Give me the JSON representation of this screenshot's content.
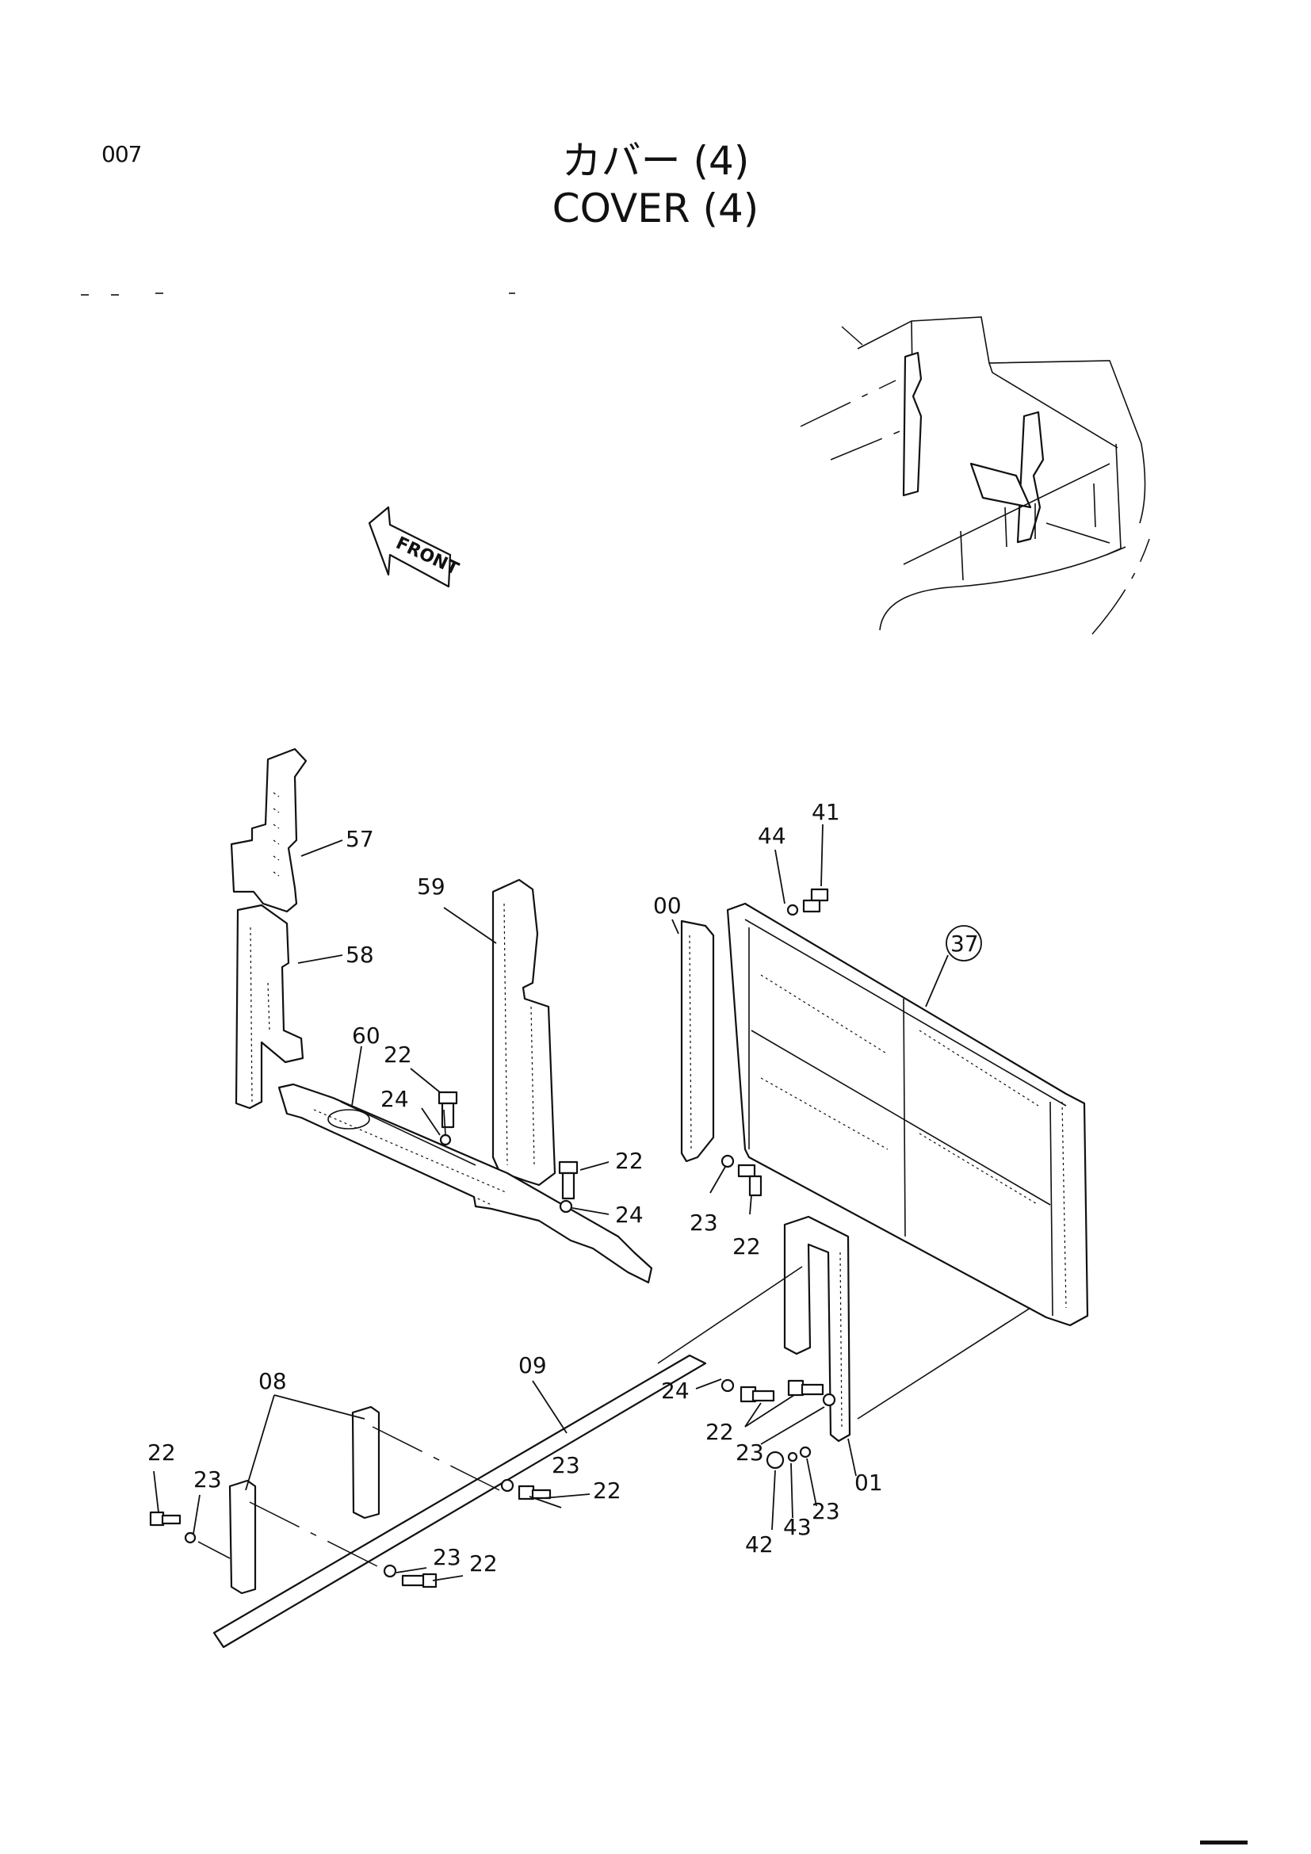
{
  "page": {
    "number": "007"
  },
  "title": {
    "japanese": "カバー (4)",
    "english": "COVER (4)"
  },
  "direction_marker": {
    "text": "FRONT",
    "icon": "arrow-left-icon"
  },
  "callouts": [
    {
      "id": "57",
      "text": "57"
    },
    {
      "id": "58",
      "text": "58"
    },
    {
      "id": "59",
      "text": "59"
    },
    {
      "id": "60",
      "text": "60"
    },
    {
      "id": "00",
      "text": "00"
    },
    {
      "id": "44",
      "text": "44"
    },
    {
      "id": "41",
      "text": "41"
    },
    {
      "id": "37",
      "text": "37",
      "circled": true
    },
    {
      "id": "22a",
      "text": "22"
    },
    {
      "id": "24a",
      "text": "24"
    },
    {
      "id": "22b",
      "text": "22"
    },
    {
      "id": "24b",
      "text": "24"
    },
    {
      "id": "23a",
      "text": "23"
    },
    {
      "id": "22c",
      "text": "22"
    },
    {
      "id": "08",
      "text": "08"
    },
    {
      "id": "09",
      "text": "09"
    },
    {
      "id": "24c",
      "text": "24"
    },
    {
      "id": "22d",
      "text": "22"
    },
    {
      "id": "23b",
      "text": "23"
    },
    {
      "id": "01",
      "text": "01"
    },
    {
      "id": "22e",
      "text": "22"
    },
    {
      "id": "23c",
      "text": "23"
    },
    {
      "id": "23d",
      "text": "23"
    },
    {
      "id": "22f",
      "text": "22"
    },
    {
      "id": "42",
      "text": "42"
    },
    {
      "id": "43",
      "text": "43"
    },
    {
      "id": "23e",
      "text": "23"
    },
    {
      "id": "23f",
      "text": "23"
    },
    {
      "id": "22g",
      "text": "22"
    }
  ]
}
